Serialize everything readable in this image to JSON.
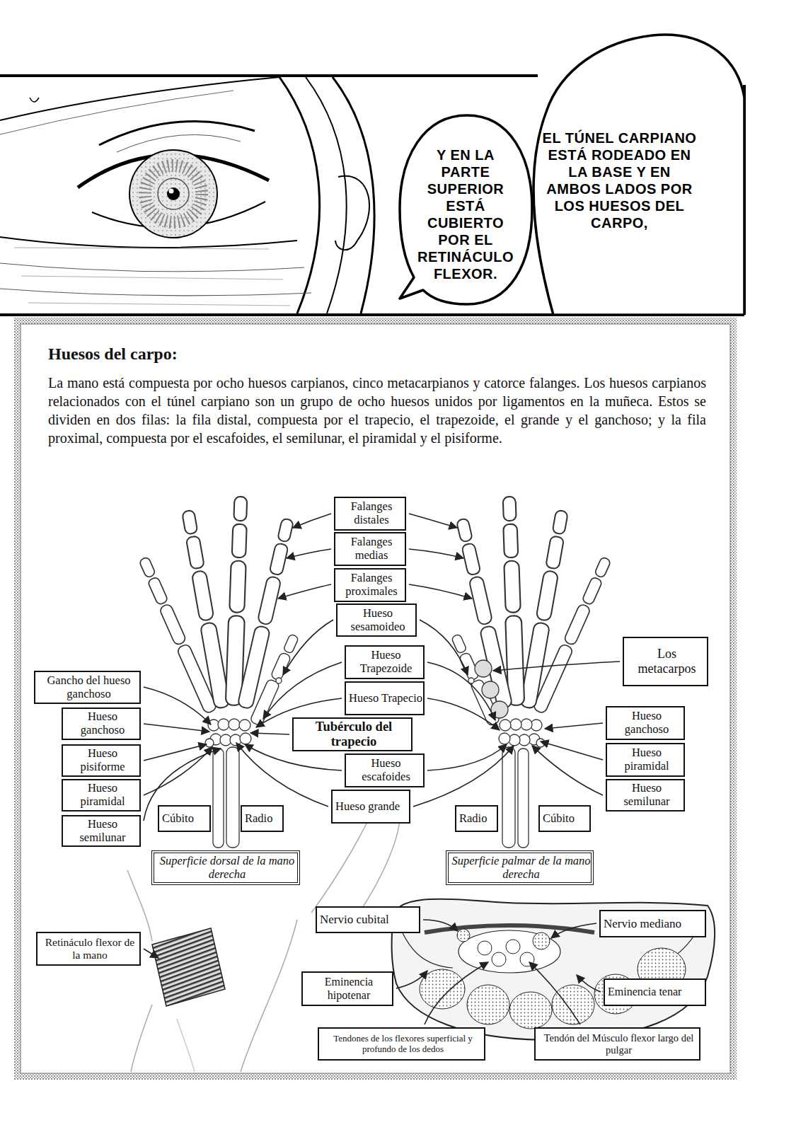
{
  "diagram": {
    "nodes": [
      {
        "text": [
          "EL TÚNEL CARPIANO ESTÁ RODEADO EN LA BASE Y EN AMBOS LADOS POR LOS HUESOS DEL CARPO,"
        ]
      },
      {
        "text": [
          "Y EN LA PARTE SUPERIOR ESTÁ CUBIERTO POR EL RETINÁCULO FLEXOR."
        ]
      },
      {
        "text": [
          "Huesos del carpo:",
          "La mano está compuesta por ocho huesos carpianos, cinco metacarpianos y catorce falanges. Los huesos carpianos relacionados con el túnel carpiano son un grupo de ocho huesos unidos por ligamentos en la muñeca. Estos se dividen en dos filas: la fila distal, compuesta por el trapecio, el trapezoide, el grande y el ganchoso; y la fila proximal, compuesta por el escafoides, el semilunar, el piramidal y el pisiforme."
        ]
      },
      {
        "text": [
          "Falanges distales"
        ],
        "in": 2
      },
      {
        "text": [
          "Falanges medias"
        ],
        "in": 2
      },
      {
        "text": [
          "Falanges proximales"
        ],
        "in": 2
      },
      {
        "text": [
          "Hueso sesamoideo"
        ],
        "in": 2
      },
      {
        "text": [
          "Gancho del hueso ganchoso"
        ],
        "in": 2
      },
      {
        "text": [
          "Hueso Trapezoide"
        ],
        "in": 2
      },
      {
        "text": [
          "Los metacarpos"
        ],
        "in": 2
      },
      {
        "text": [
          "Hueso ganchoso"
        ],
        "in": 2
      },
      {
        "text": [
          "Hueso Trapecio"
        ],
        "in": 2
      },
      {
        "text": [
          "Hueso ganchoso"
        ],
        "in": 2
      },
      {
        "text": [
          "Hueso pisiforme"
        ],
        "in": 2
      },
      {
        "text": [
          "Tubérculo del trapecio"
        ],
        "in": 2
      },
      {
        "text": [
          "Hueso piramidal"
        ],
        "in": 2
      },
      {
        "text": [
          "Hueso escafoides"
        ],
        "in": 2
      },
      {
        "text": [
          "Hueso piramidal"
        ],
        "in": 2
      },
      {
        "text": [
          "Hueso semilunar"
        ],
        "in": 2
      },
      {
        "text": [
          "Hueso grande"
        ],
        "in": 2
      },
      {
        "text": [
          "Hueso semilunar"
        ],
        "in": 2
      },
      {
        "text": [
          "Cúbito"
        ],
        "in": 2
      },
      {
        "text": [
          "Radio"
        ],
        "in": 2
      },
      {
        "text": [
          "Radio"
        ],
        "in": 2
      },
      {
        "text": [
          "Cúbito"
        ],
        "in": 2
      },
      {
        "text": [
          "Superficie dorsal de la mano derecha"
        ],
        "in": 2
      },
      {
        "text": [
          "Superficie palmar de la mano derecha"
        ],
        "in": 2
      },
      {
        "text": [
          "Nervio cubital"
        ],
        "in": 2
      },
      {
        "text": [
          "Nervio mediano"
        ],
        "in": 2
      },
      {
        "text": [
          "Retináculo flexor de la mano"
        ],
        "in": 2
      },
      {
        "text": [
          "Eminencia hipotenar"
        ],
        "in": 2
      },
      {
        "text": [
          "Eminencia tenar"
        ],
        "in": 2
      },
      {
        "text": [
          "Tendones de los flexores superficial y profundo de los dedos"
        ],
        "in": 2
      },
      {
        "text": [
          "Tendón del Músculo flexor largo del pulgar"
        ],
        "in": 2
      }
    ]
  }
}
